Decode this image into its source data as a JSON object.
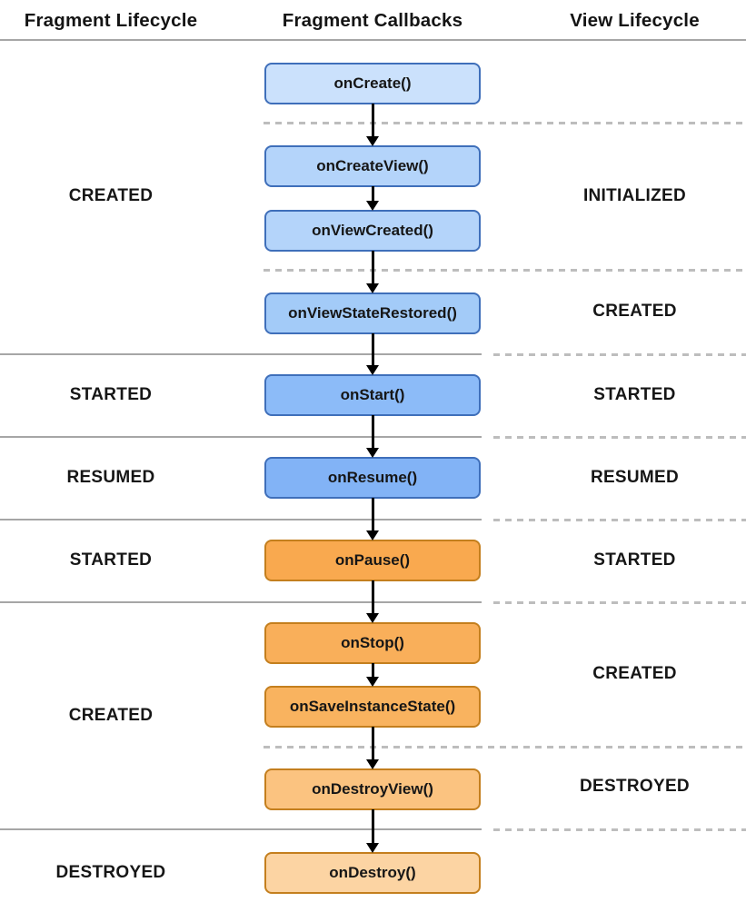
{
  "header": {
    "columns": [
      "Fragment Lifecycle",
      "Fragment Callbacks",
      "View Lifecycle"
    ]
  },
  "fragment_states": [
    {
      "label": "CREATED"
    },
    {
      "label": "STARTED"
    },
    {
      "label": "RESUMED"
    },
    {
      "label": "STARTED"
    },
    {
      "label": "CREATED"
    },
    {
      "label": "DESTROYED"
    }
  ],
  "view_states": [
    {
      "label": "INITIALIZED"
    },
    {
      "label": "CREATED"
    },
    {
      "label": "STARTED"
    },
    {
      "label": "RESUMED"
    },
    {
      "label": "STARTED"
    },
    {
      "label": "CREATED"
    },
    {
      "label": "DESTROYED"
    }
  ],
  "callbacks": [
    {
      "label": "onCreate()",
      "fill": "#cbe1fc",
      "border": "#3f6fba"
    },
    {
      "label": "onCreateView()",
      "fill": "#b4d4fa",
      "border": "#3f6fba"
    },
    {
      "label": "onViewCreated()",
      "fill": "#b4d4fa",
      "border": "#3f6fba"
    },
    {
      "label": "onViewStateRestored()",
      "fill": "#a3cbf8",
      "border": "#3f6fba"
    },
    {
      "label": "onStart()",
      "fill": "#8cbbf8",
      "border": "#3f6fba"
    },
    {
      "label": "onResume()",
      "fill": "#82b3f6",
      "border": "#3f6fba"
    },
    {
      "label": "onPause()",
      "fill": "#f9a94f",
      "border": "#c47f1e"
    },
    {
      "label": "onStop()",
      "fill": "#f9af5a",
      "border": "#c47f1e"
    },
    {
      "label": "onSaveInstanceState()",
      "fill": "#f9b35f",
      "border": "#c47f1e"
    },
    {
      "label": "onDestroyView()",
      "fill": "#fbc380",
      "border": "#c47f1e"
    },
    {
      "label": "onDestroy()",
      "fill": "#fcd4a3",
      "border": "#c47f1e"
    }
  ],
  "colors": {
    "divider_solid": "#a6a6a6",
    "divider_dashed": "#bdbdbd",
    "arrow": "#000000",
    "text": "#161616",
    "background": "#ffffff"
  }
}
